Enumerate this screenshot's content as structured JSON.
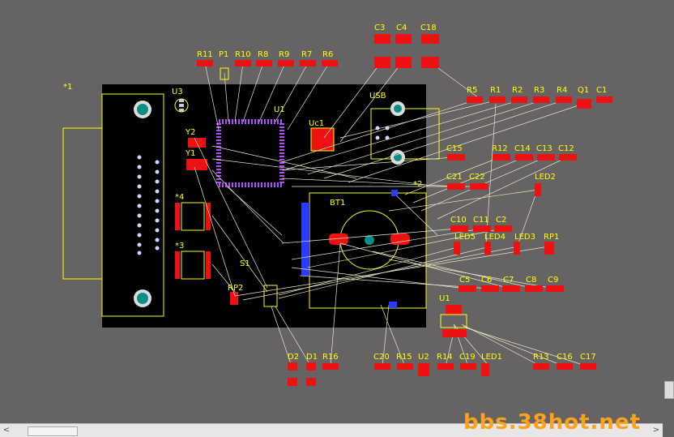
{
  "board": {
    "top_labels": [
      "C3",
      "C4",
      "C18"
    ],
    "resistor_row": [
      "R11",
      "P1",
      "R10",
      "R8",
      "R9",
      "R7",
      "R6"
    ],
    "right_row1": [
      "R5",
      "R1",
      "R2",
      "R3",
      "R4",
      "Q1",
      "C1"
    ],
    "right_row2": [
      "C15",
      "R12",
      "C14",
      "C13",
      "C12"
    ],
    "right_row3": [
      "C21",
      "C22",
      "LED2"
    ],
    "right_row4": [
      "C10",
      "C11",
      "C2"
    ],
    "right_row5": [
      "LED5",
      "LED4",
      "LED3",
      "RP1"
    ],
    "right_row6": [
      "C5",
      "C6",
      "C7",
      "C8",
      "C9"
    ],
    "bottom_row": [
      "D2",
      "D1",
      "R16",
      "C20",
      "R15",
      "U2",
      "R14",
      "C19",
      "LED1",
      "R13",
      "C16",
      "C17"
    ],
    "board_labels": {
      "u3": "U3",
      "usb": "USB",
      "uc1": "Uc1",
      "u1_chip": "U1",
      "y2": "Y2",
      "y1": "Y1",
      "bt1": "BT1",
      "s1": "S1",
      "rp2": "RP2",
      "u1": "U1",
      "mark1": "*1",
      "mark3": "*3",
      "mark4": "*4",
      "mark2": "*2"
    }
  },
  "watermark": "bbs.38hot.net",
  "scroll": {
    "left_arrow": "<",
    "right_arrow": ">"
  }
}
